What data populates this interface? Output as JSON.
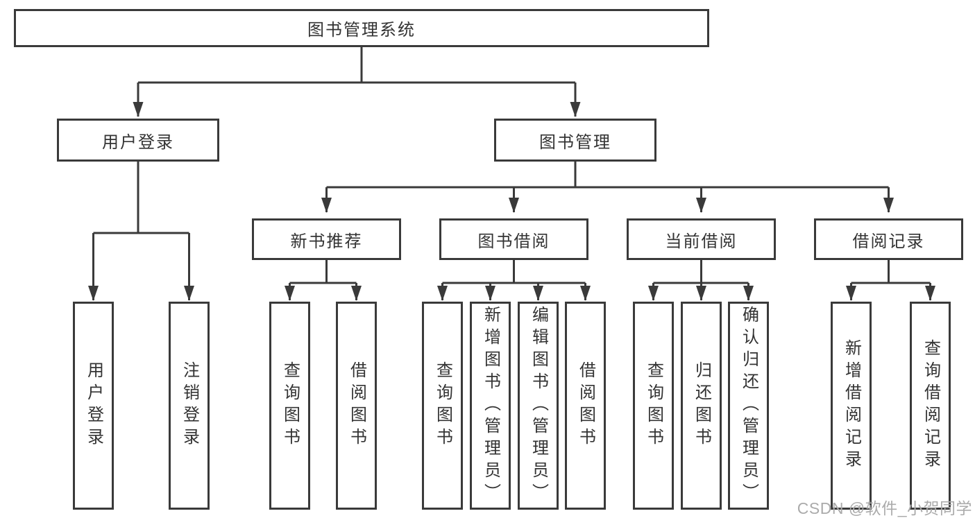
{
  "colors": {
    "line": "#3a3a3a",
    "node_text": "#333333",
    "background": "#ffffff",
    "watermark": "#ababab"
  },
  "watermark": {
    "text": "CSDN @软件_小贺同学"
  },
  "diagram": {
    "root": {
      "label": "图书管理系统"
    },
    "branches": {
      "user_login": {
        "label": "用户登录"
      },
      "book_management": {
        "label": "图书管理"
      }
    },
    "modules": {
      "new_book_recommend": {
        "label": "新书推荐"
      },
      "book_borrow": {
        "label": "图书借阅"
      },
      "current_borrow": {
        "label": "当前借阅"
      },
      "borrow_records": {
        "label": "借阅记录"
      }
    },
    "leaves": {
      "user_login": {
        "label": "用户登录"
      },
      "logout": {
        "label": "注销登录"
      },
      "recommend_query_books": {
        "label": "查询图书"
      },
      "recommend_borrow_books": {
        "label": "借阅图书"
      },
      "borrow_query_books": {
        "label": "查询图书"
      },
      "borrow_add_books_admin": {
        "label": "新增图书（管理员）"
      },
      "borrow_edit_books_admin": {
        "label": "编辑图书（管理员）"
      },
      "borrow_borrow_books": {
        "label": "借阅图书"
      },
      "current_query_books": {
        "label": "查询图书"
      },
      "current_return_books": {
        "label": "归还图书"
      },
      "current_confirm_return_admin": {
        "label": "确认归还（管理员）"
      },
      "records_add_borrow_record": {
        "label": "新增借阅记录"
      },
      "records_query_borrow_record": {
        "label": "查询借阅记录"
      }
    }
  }
}
